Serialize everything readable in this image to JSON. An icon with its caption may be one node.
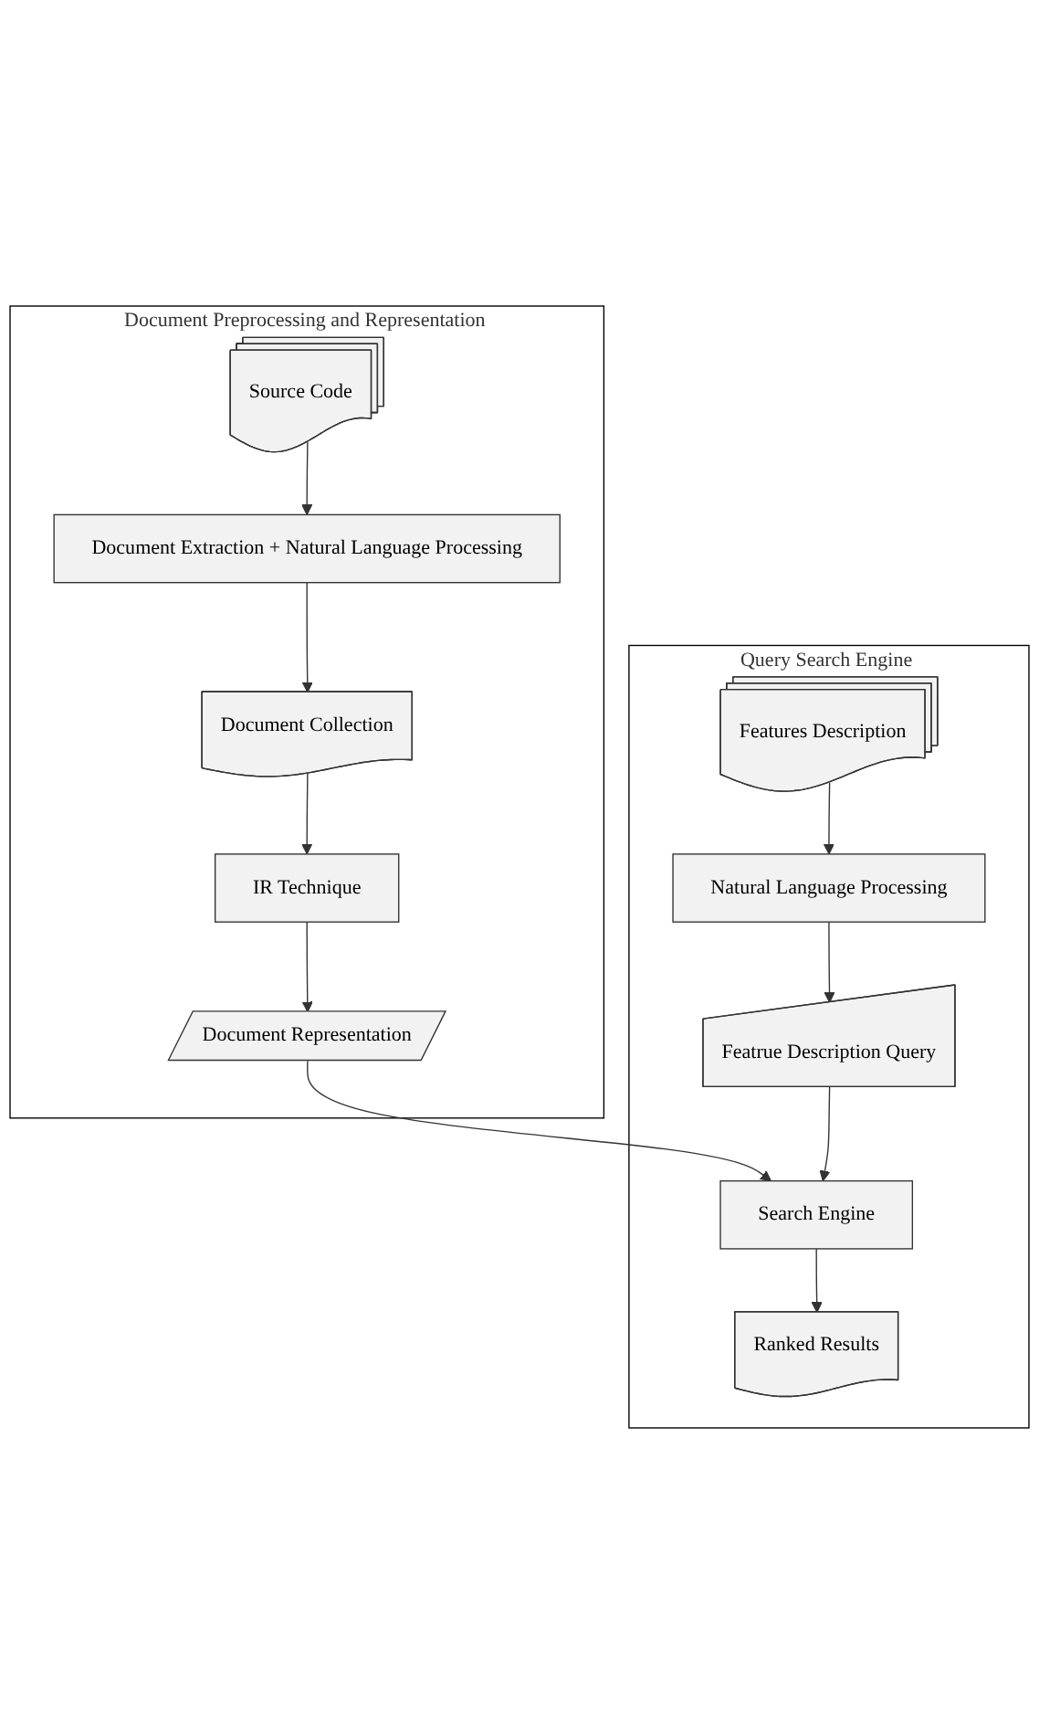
{
  "diagram": {
    "nodes": [
      {
        "text": [
          "Document Preprocessing and Representation"
        ]
      },
      {
        "text": [
          "Source Code"
        ],
        "in": 0
      },
      {
        "text": [
          "Document Extraction + Natural Language Processing"
        ],
        "in": 0
      },
      {
        "text": [
          "Document Collection"
        ],
        "in": 0
      },
      {
        "text": [
          "IR Technique"
        ],
        "in": 0
      },
      {
        "text": [
          "Document Representation"
        ],
        "in": 0
      },
      {
        "text": [
          "Query Search Engine"
        ]
      },
      {
        "text": [
          "Features Description"
        ],
        "in": 6
      },
      {
        "text": [
          "Natural Language Processing"
        ],
        "in": 6
      },
      {
        "text": [
          "Featrue Description Query"
        ],
        "in": 6
      },
      {
        "text": [
          "Search Engine"
        ],
        "in": 6
      },
      {
        "text": [
          "Ranked Results"
        ],
        "in": 6
      }
    ],
    "edges": [
      {
        "from": 1,
        "to": 2,
        "arrow": "to"
      },
      {
        "from": 2,
        "to": 3,
        "arrow": "to"
      },
      {
        "from": 3,
        "to": 4,
        "arrow": "to"
      },
      {
        "from": 4,
        "to": 5,
        "arrow": "to"
      },
      {
        "from": 5,
        "to": 10,
        "arrow": "to"
      },
      {
        "from": 7,
        "to": 8,
        "arrow": "to"
      },
      {
        "from": 8,
        "to": 9,
        "arrow": "to"
      },
      {
        "from": 9,
        "to": 10,
        "arrow": "to"
      },
      {
        "from": 10,
        "to": 11,
        "arrow": "to"
      }
    ]
  }
}
